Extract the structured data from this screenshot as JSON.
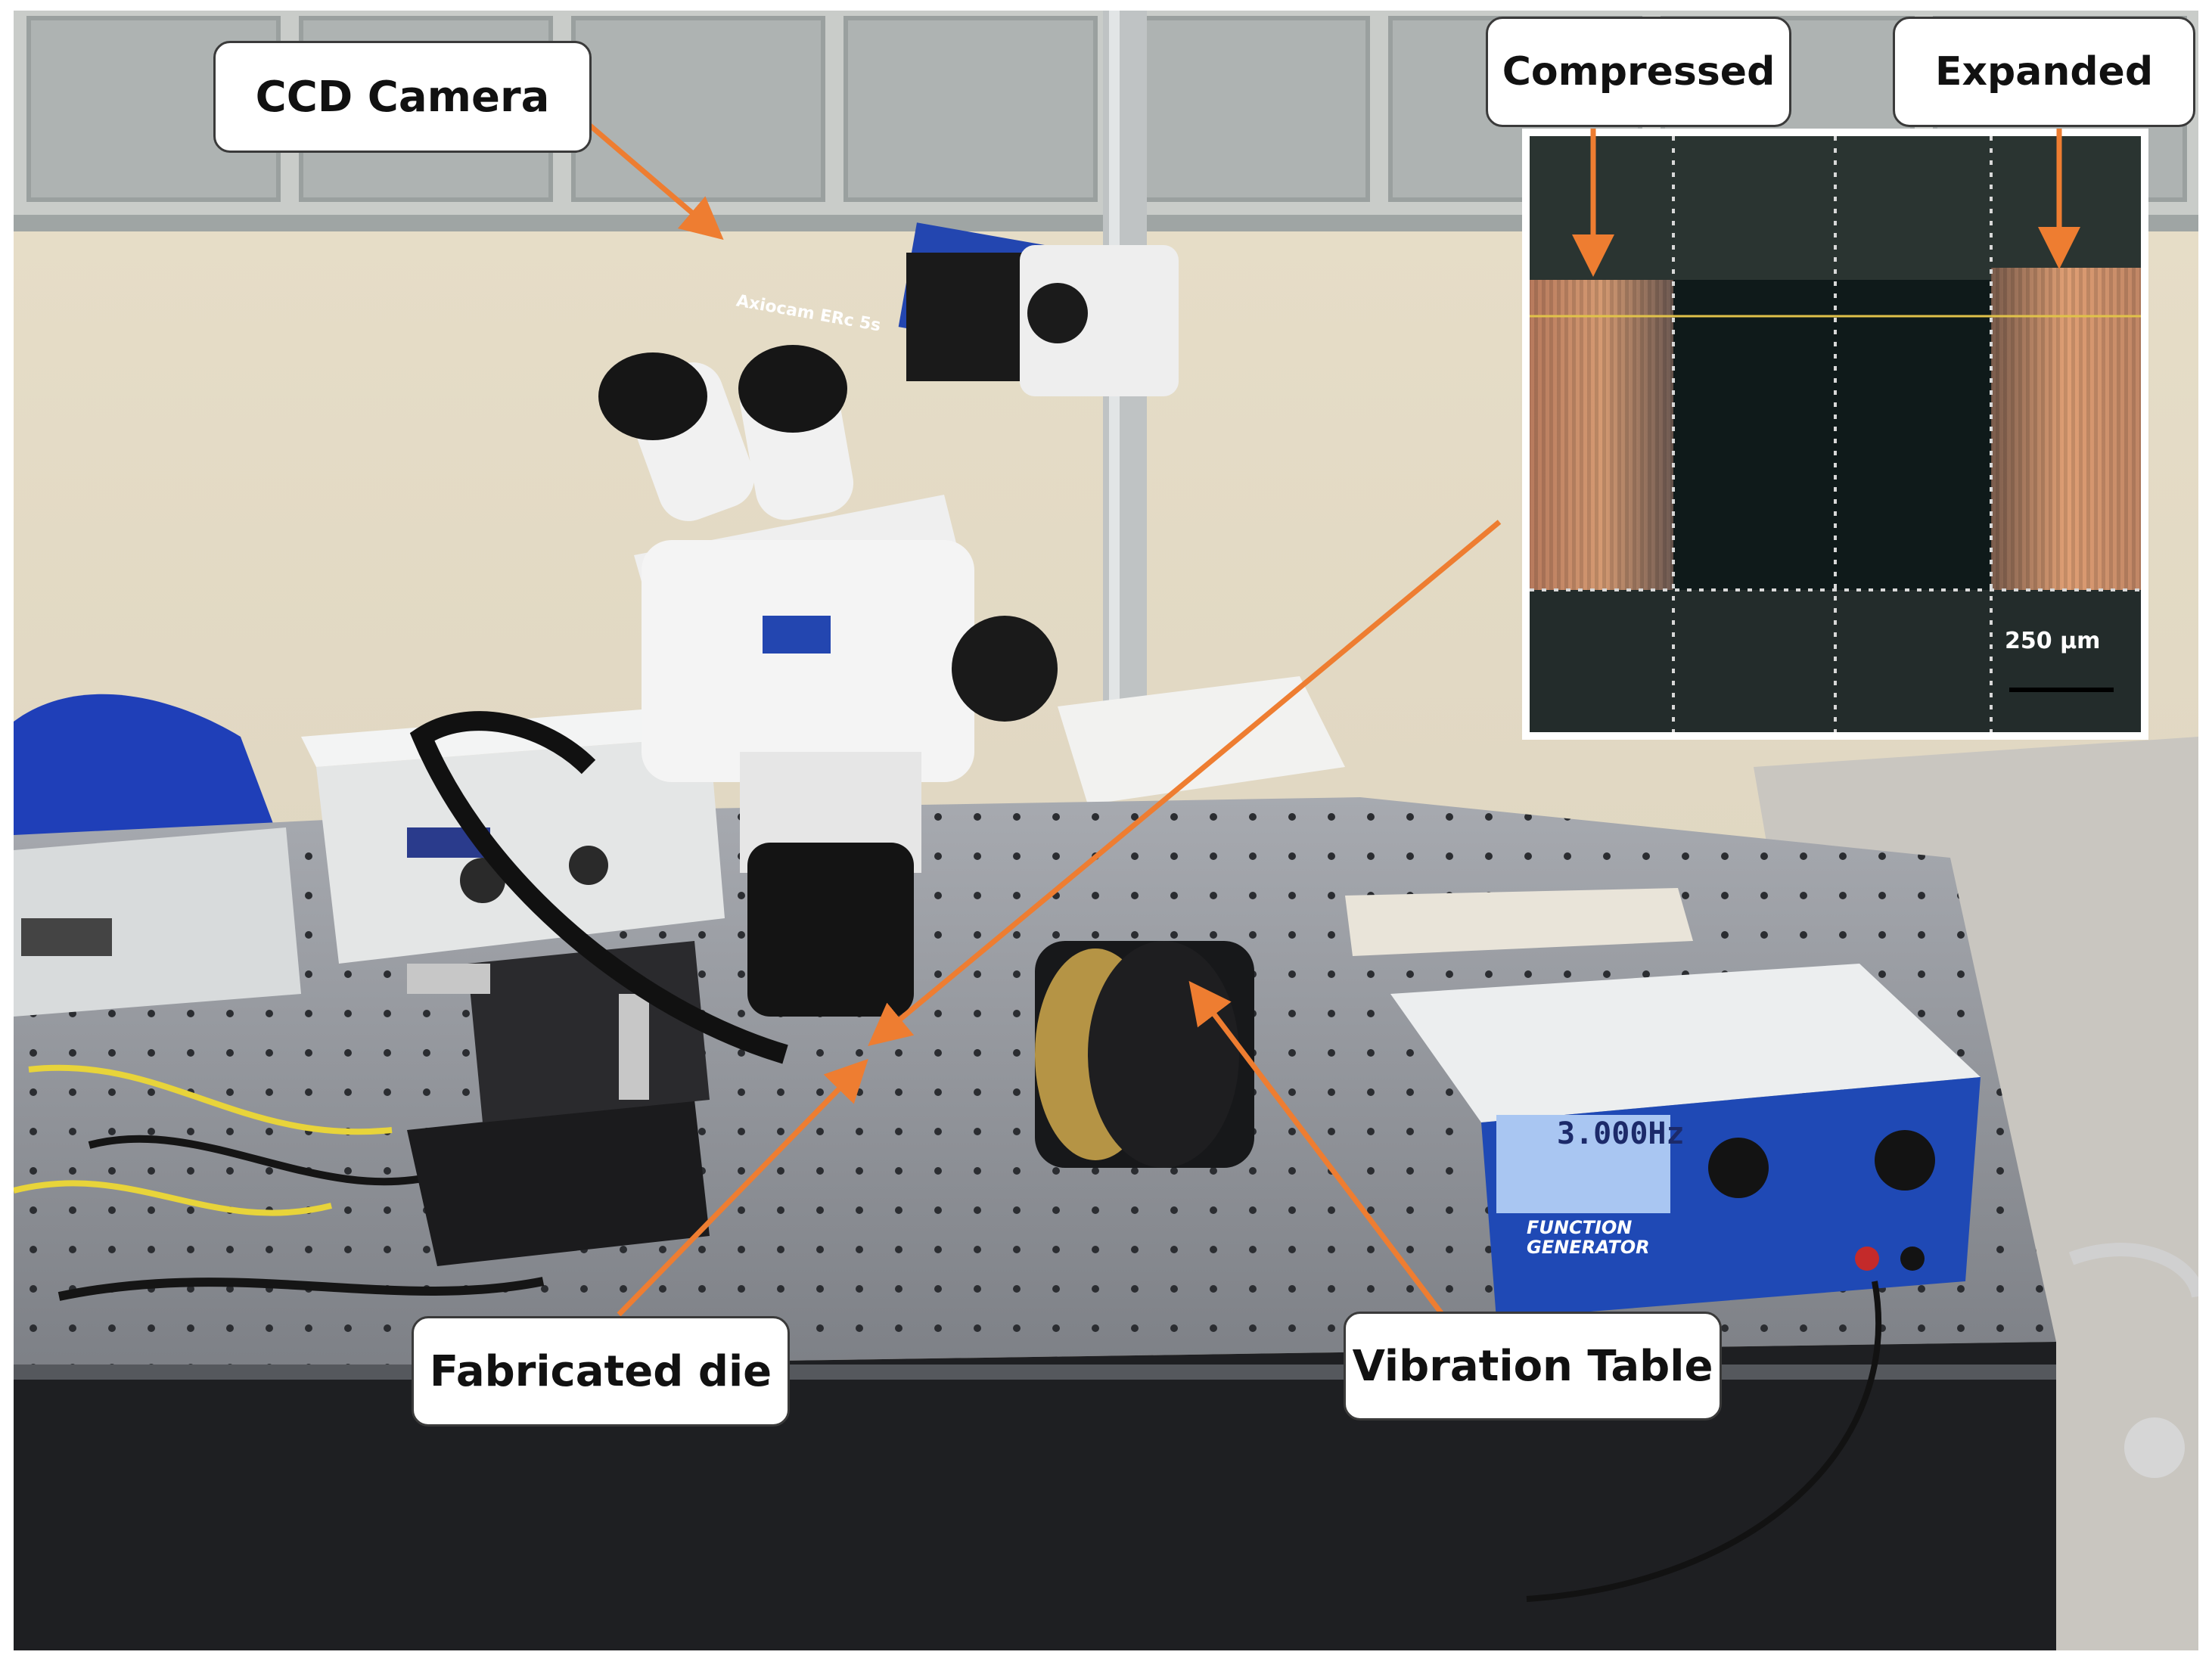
{
  "figure": {
    "labels": {
      "ccd_camera": "CCD Camera",
      "compressed": "Compressed",
      "expanded": "Expanded",
      "fabricated_die": "Fabricated die",
      "vibration_table": "Vibration Table"
    },
    "inset": {
      "scale_bar_label": "250 µm"
    },
    "equipment_text": {
      "camera_model": "Axiocam ERc 5s",
      "function_generator_display": "3.000Hz",
      "function_generator_title": "FUNCTION GENERATOR"
    },
    "colors": {
      "arrow": "#ee7d31",
      "callout_border": "#3a3a3a",
      "callout_fill": "#ffffff",
      "optical_table": "#8d9096",
      "function_generator_blue": "#1f49b5",
      "camera_blue": "#2346b0"
    }
  }
}
